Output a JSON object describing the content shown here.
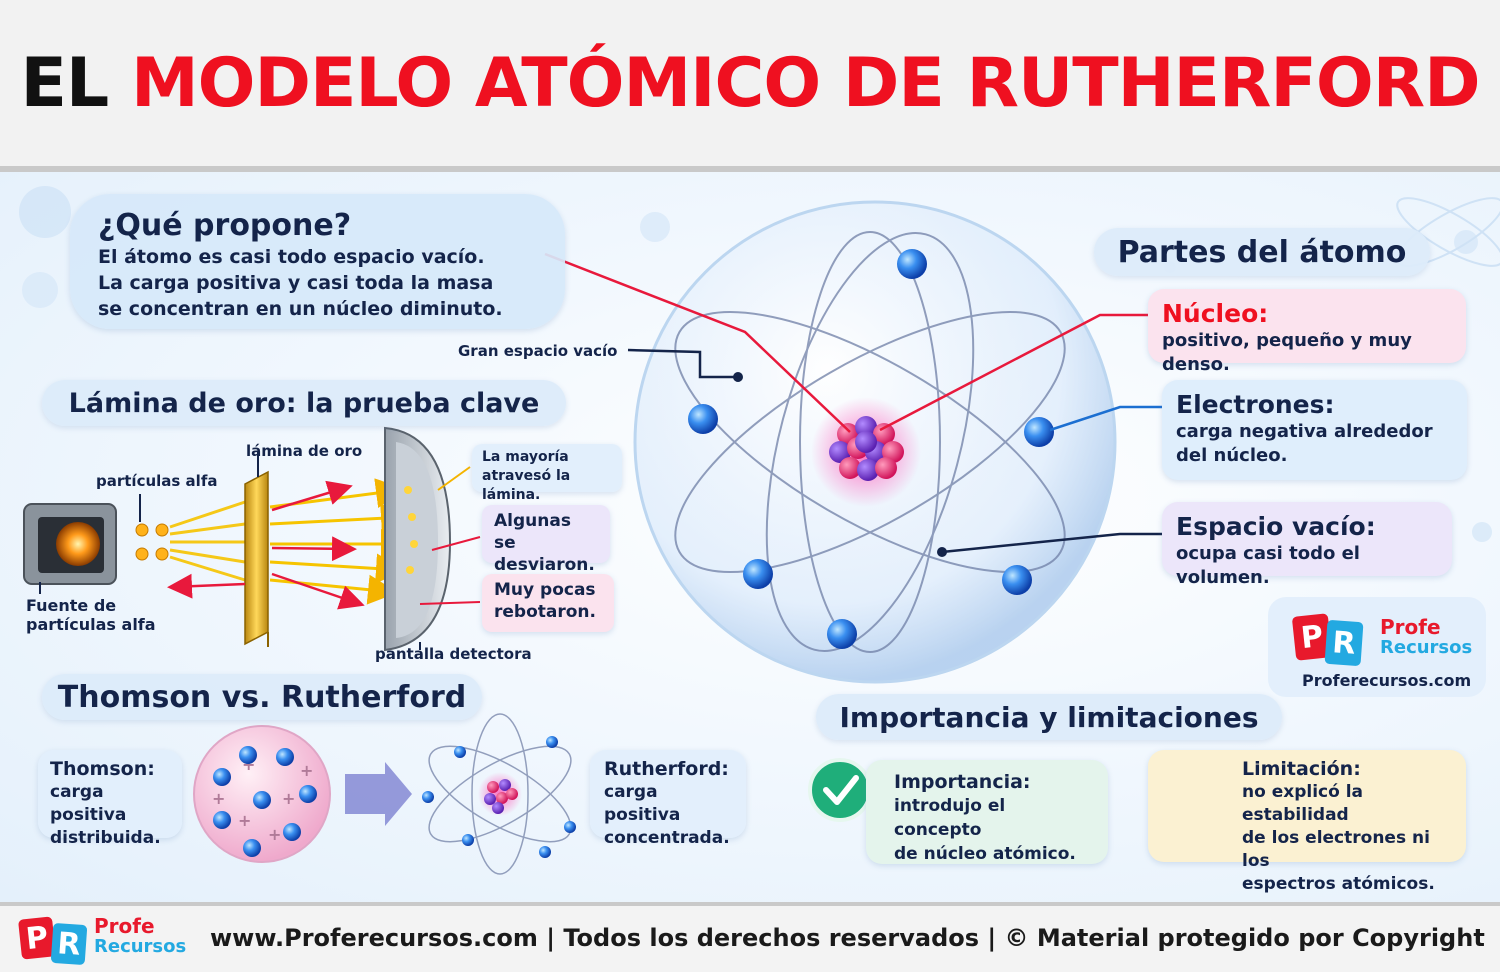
{
  "header": {
    "title_part1": "EL",
    "title_part2": "MODELO ATÓMICO DE RUTHERFORD"
  },
  "que_propone": {
    "title": "¿Qué propone?",
    "lines": [
      "El átomo es casi todo espacio vacío.",
      "La carga positiva y casi toda la masa",
      "se concentran en un núcleo diminuto."
    ]
  },
  "gran_espacio": "Gran espacio vacío",
  "lamina": {
    "title": "Lámina de oro: la prueba clave",
    "label_lamina": "lámina de oro",
    "label_particulas": "partículas alfa",
    "label_fuente": [
      "Fuente de",
      "partículas alfa"
    ],
    "label_pantalla": "pantalla detectora",
    "result1": [
      "La mayoría",
      "atravesó la lámina."
    ],
    "result2": [
      "Algunas se",
      "desviaron."
    ],
    "result3": [
      "Muy pocas",
      "rebotaron."
    ]
  },
  "partes": {
    "title": "Partes del átomo",
    "nucleo_title": "Núcleo:",
    "nucleo_text": "positivo, pequeño y muy denso.",
    "electrones_title": "Electrones:",
    "electrones_text": [
      "carga negativa alrededor",
      "del núcleo."
    ],
    "espacio_title": "Espacio vacío:",
    "espacio_text": "ocupa casi todo el volumen."
  },
  "logo": {
    "p": "P",
    "r": "R",
    "profe": "Profe",
    "recursos": "Recursos",
    "site": "Proferecursos.com"
  },
  "thomson": {
    "title": "Thomson vs. Rutherford",
    "thomson_title": "Thomson:",
    "thomson_text": [
      "carga positiva",
      "distribuida."
    ],
    "ruth_title": "Rutherford:",
    "ruth_text": [
      "carga positiva",
      "concentrada."
    ]
  },
  "importancia": {
    "title": "Importancia y limitaciones",
    "imp_title": "Importancia:",
    "imp_text": [
      "introdujo el concepto",
      "de núcleo atómico."
    ],
    "lim_title": "Limitación:",
    "lim_text": [
      "no explicó la estabilidad",
      "de los electrones ni los",
      "espectros atómicos."
    ]
  },
  "footer": {
    "text": "www.Proferecursos.com | Todos los derechos reservados | © Material protegido por Copyright"
  },
  "colors": {
    "red": "#ef1020",
    "navy": "#14244a",
    "blue": "#1c6fd1",
    "pink_card": "#fbe3ee",
    "purple_card": "#ece6fa"
  }
}
